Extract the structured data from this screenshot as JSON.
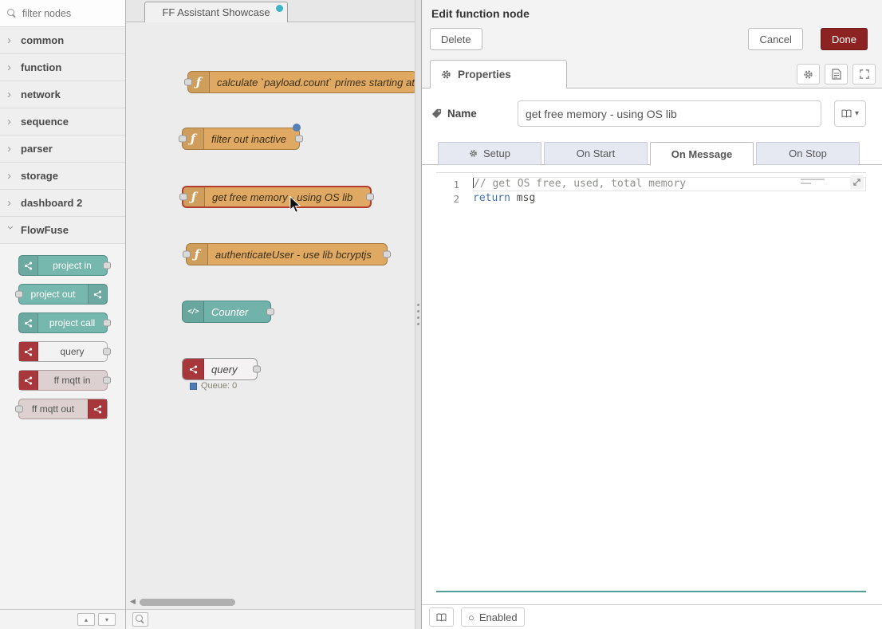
{
  "icons": {
    "function_glyph": "ƒ",
    "template_glyph": "</>",
    "chevron": "›",
    "caret_down": "▾",
    "circle": "○",
    "scroll_left": "◀",
    "collapse_up": "▴",
    "collapse_down": "▾"
  },
  "colors": {
    "done_button": "#8c2222",
    "function_node": "#dfa964",
    "teal_node": "#71b3ab",
    "flowfuse_red": "#a8373c",
    "status_blue": "#4f7cb8",
    "tab_dot_teal": "#3bb5c9",
    "changed_dot_blue": "#5580b5",
    "selected_border": "#b23c2d"
  },
  "palette": {
    "search": {
      "placeholder": "filter nodes"
    },
    "categories": [
      {
        "label": "common"
      },
      {
        "label": "function"
      },
      {
        "label": "network"
      },
      {
        "label": "sequence"
      },
      {
        "label": "parser"
      },
      {
        "label": "storage"
      },
      {
        "label": "dashboard 2"
      },
      {
        "label": "FlowFuse",
        "expanded": true
      }
    ],
    "nodes": [
      {
        "label": "project in"
      },
      {
        "label": "project out"
      },
      {
        "label": "project call"
      },
      {
        "label": "query"
      },
      {
        "label": "ff mqtt in"
      },
      {
        "label": "ff mqtt out"
      }
    ]
  },
  "workspace": {
    "tab": {
      "label": "FF Assistant Showcase"
    },
    "nodes": [
      {
        "label": "calculate `payload.count` primes starting at `p"
      },
      {
        "label": "filter out inactive"
      },
      {
        "label": "get free memory - using OS lib"
      },
      {
        "label": "authenticateUser - use lib bcryptjs"
      },
      {
        "label": "Counter"
      },
      {
        "label": "query",
        "status": "Queue: 0"
      }
    ]
  },
  "panel": {
    "title": "Edit function node",
    "buttons": {
      "delete": "Delete",
      "cancel": "Cancel",
      "done": "Done"
    },
    "properties_label": "Properties",
    "name": {
      "label": "Name",
      "value": "get free memory - using OS lib"
    },
    "tabs": [
      {
        "label": "Setup"
      },
      {
        "label": "On Start"
      },
      {
        "label": "On Message",
        "active": true
      },
      {
        "label": "On Stop"
      }
    ],
    "code": {
      "lines": [
        {
          "number": "1",
          "tokens": [
            {
              "type": "comment",
              "text": "// get OS free, used, total memory"
            }
          ]
        },
        {
          "number": "2",
          "tokens": [
            {
              "type": "keyword",
              "text": "return"
            },
            {
              "type": "plain",
              "text": " msg"
            }
          ]
        }
      ]
    },
    "footer": {
      "enabled_label": "Enabled"
    }
  }
}
